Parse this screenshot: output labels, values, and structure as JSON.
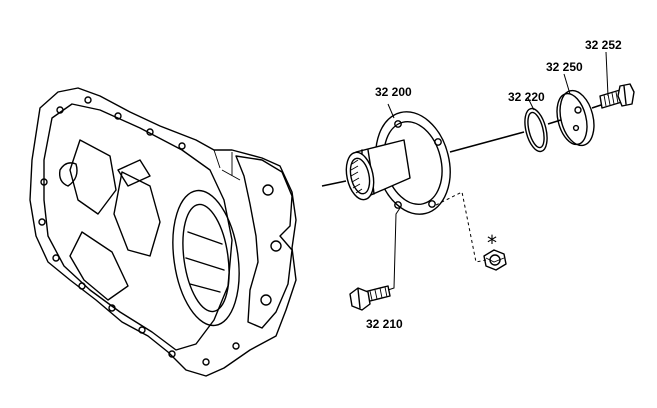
{
  "labels": {
    "coupling_flange": "32 200",
    "hex_screw_long": "32 210",
    "o_ring": "32 220",
    "disc": "32 250",
    "hex_screw": "32 252",
    "asterisk": "*"
  }
}
